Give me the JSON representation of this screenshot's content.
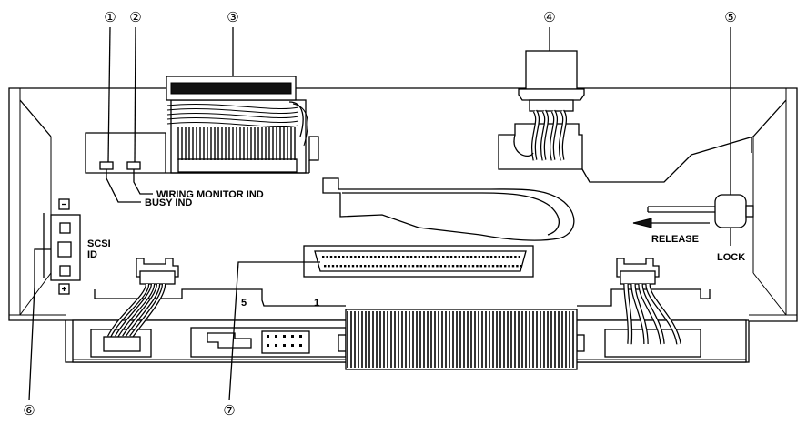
{
  "labels": {
    "wiring_monitor_ind": "WIRING MONITOR IND",
    "busy_ind": "BUSY IND",
    "scsi": "SCSI",
    "id": "ID",
    "minus": "−",
    "plus": "+",
    "release": "RELEASE",
    "lock": "LOCK",
    "pin5": "5",
    "pin1": "1"
  },
  "callouts": [
    "①",
    "②",
    "③",
    "④",
    "⑤",
    "⑥",
    "⑦"
  ]
}
